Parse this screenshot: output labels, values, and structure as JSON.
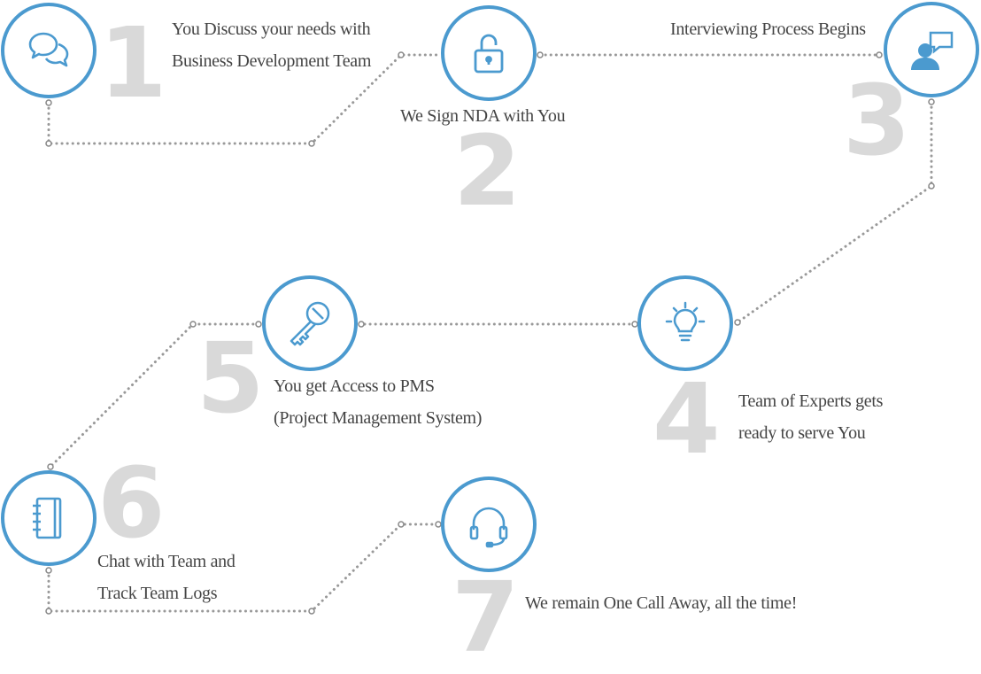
{
  "colors": {
    "accent": "#4b9acf",
    "connector": "#999999",
    "number": "#d9d9d9",
    "text": "#444444"
  },
  "steps": [
    {
      "number": "1",
      "icon": "chat-bubbles-icon",
      "lines": [
        "You Discuss your needs with",
        "Business Development Team"
      ]
    },
    {
      "number": "2",
      "icon": "unlocked-padlock-icon",
      "lines": [
        "We Sign NDA with You"
      ]
    },
    {
      "number": "3",
      "icon": "user-speech-icon",
      "lines": [
        "Interviewing Process Begins"
      ]
    },
    {
      "number": "4",
      "icon": "lightbulb-icon",
      "lines": [
        "Team of Experts gets",
        "ready to serve You"
      ]
    },
    {
      "number": "5",
      "icon": "key-icon",
      "lines": [
        "You get Access to PMS",
        "(Project Management System)"
      ]
    },
    {
      "number": "6",
      "icon": "notebook-icon",
      "lines": [
        "Chat with Team and",
        "Track Team Logs"
      ]
    },
    {
      "number": "7",
      "icon": "headset-icon",
      "lines": [
        "We remain One Call Away, all the time!"
      ]
    }
  ]
}
